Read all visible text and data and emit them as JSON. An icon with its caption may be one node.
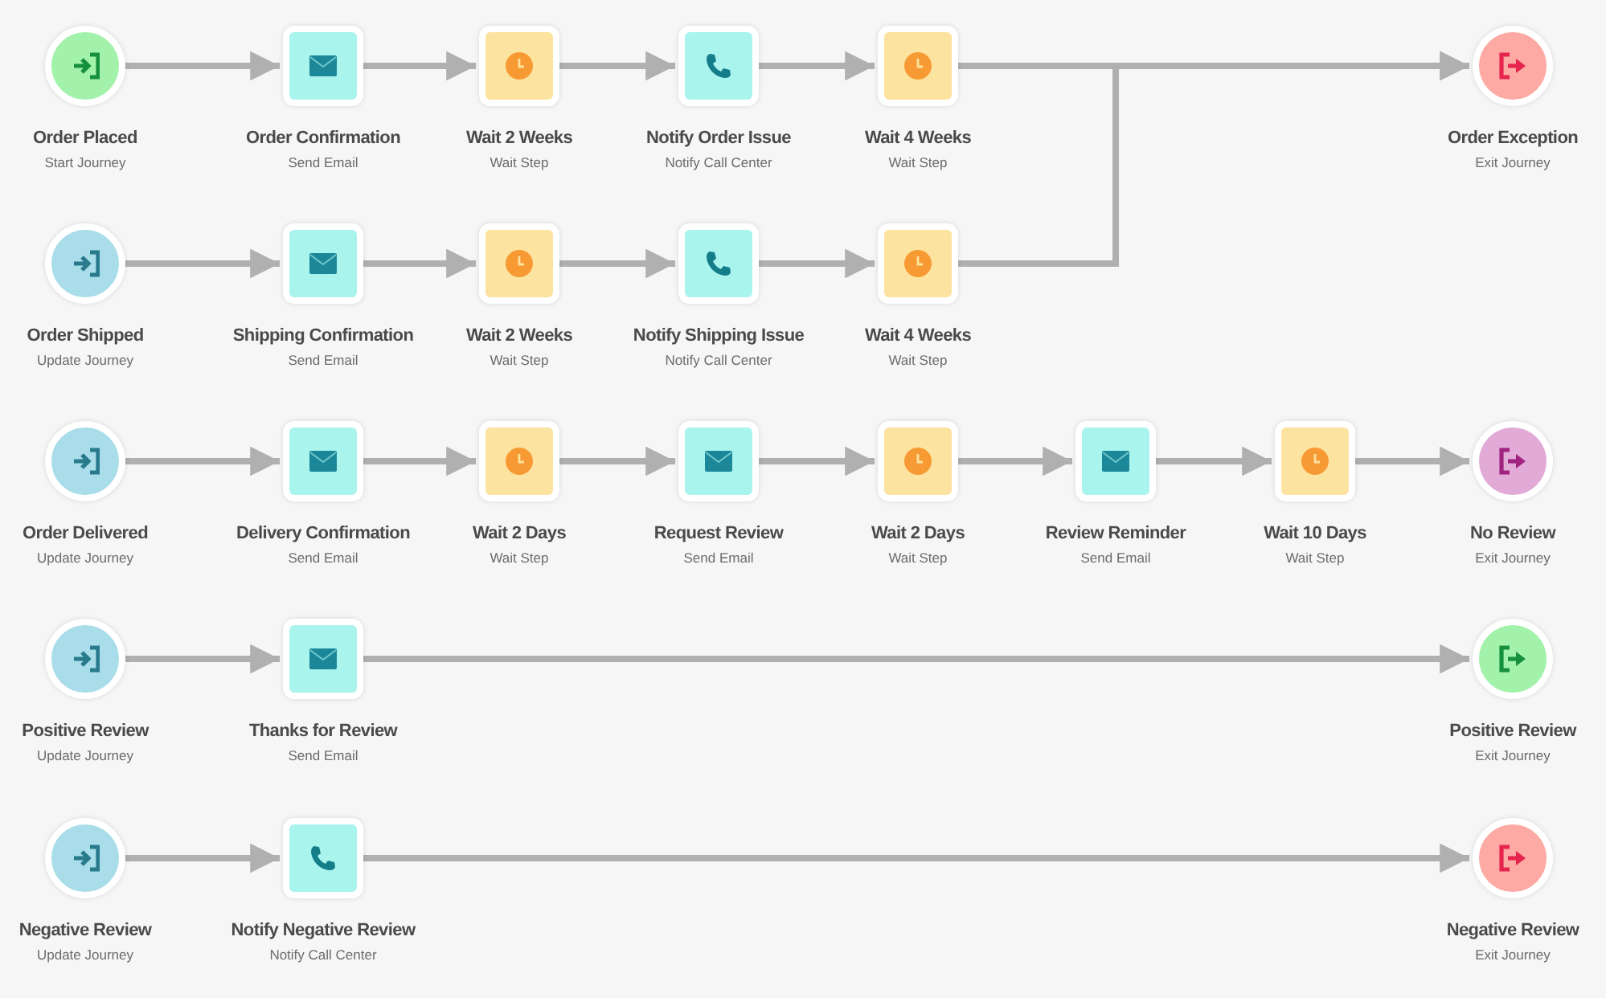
{
  "diagram": {
    "nodes": [
      {
        "text": [
          "Order Placed",
          "Start Journey"
        ]
      },
      {
        "text": [
          "Order Confirmation",
          "Send Email"
        ]
      },
      {
        "text": [
          "Wait 2 Weeks",
          "Wait Step"
        ]
      },
      {
        "text": [
          "Notify Order Issue",
          "Notify Call Center"
        ]
      },
      {
        "text": [
          "Wait 4 Weeks",
          "Wait Step"
        ]
      },
      {
        "text": [
          "Order Exception",
          "Exit Journey"
        ]
      },
      {
        "text": [
          "Order Shipped",
          "Update Journey"
        ]
      },
      {
        "text": [
          "Shipping Confirmation",
          "Send Email"
        ]
      },
      {
        "text": [
          "Wait 2 Weeks",
          "Wait Step"
        ]
      },
      {
        "text": [
          "Notify Shipping Issue",
          "Notify Call Center"
        ]
      },
      {
        "text": [
          "Wait 4 Weeks",
          "Wait Step"
        ]
      },
      {
        "text": [
          "Order Delivered",
          "Update Journey"
        ]
      },
      {
        "text": [
          "Delivery Confirmation",
          "Send Email"
        ]
      },
      {
        "text": [
          "Wait 2 Days",
          "Wait Step"
        ]
      },
      {
        "text": [
          "Request Review",
          "Send Email"
        ]
      },
      {
        "text": [
          "Wait 2 Days",
          "Wait Step"
        ]
      },
      {
        "text": [
          "Review Reminder",
          "Send Email"
        ]
      },
      {
        "text": [
          "Wait 10 Days",
          "Wait Step"
        ]
      },
      {
        "text": [
          "No Review",
          "Exit Journey"
        ]
      },
      {
        "text": [
          "Positive Review",
          "Update Journey"
        ]
      },
      {
        "text": [
          "Thanks for Review",
          "Send Email"
        ]
      },
      {
        "text": [
          "Positive Review",
          "Exit Journey"
        ]
      },
      {
        "text": [
          "Negative Review",
          "Update Journey"
        ]
      },
      {
        "text": [
          "Notify Negative Review",
          "Notify Call Center"
        ]
      },
      {
        "text": [
          "Negative Review",
          "Exit Journey"
        ]
      }
    ],
    "edges": [
      {
        "from": 0,
        "to": 1,
        "arrow": "to"
      },
      {
        "from": 1,
        "to": 2,
        "arrow": "to"
      },
      {
        "from": 2,
        "to": 3,
        "arrow": "to"
      },
      {
        "from": 3,
        "to": 4,
        "arrow": "to"
      },
      {
        "from": 4,
        "to": 5,
        "arrow": "to"
      },
      {
        "from": 6,
        "to": 7,
        "arrow": "to"
      },
      {
        "from": 7,
        "to": 8,
        "arrow": "to"
      },
      {
        "from": 8,
        "to": 9,
        "arrow": "to"
      },
      {
        "from": 9,
        "to": 10,
        "arrow": "to"
      },
      {
        "from": 10,
        "to": 5,
        "arrow": "to"
      },
      {
        "from": 11,
        "to": 12,
        "arrow": "to"
      },
      {
        "from": 12,
        "to": 13,
        "arrow": "to"
      },
      {
        "from": 13,
        "to": 14,
        "arrow": "to"
      },
      {
        "from": 14,
        "to": 15,
        "arrow": "to"
      },
      {
        "from": 15,
        "to": 16,
        "arrow": "to"
      },
      {
        "from": 16,
        "to": 17,
        "arrow": "to"
      },
      {
        "from": 17,
        "to": 18,
        "arrow": "to"
      },
      {
        "from": 19,
        "to": 20,
        "arrow": "to"
      },
      {
        "from": 20,
        "to": 21,
        "arrow": "to"
      },
      {
        "from": 22,
        "to": 23,
        "arrow": "to"
      },
      {
        "from": 23,
        "to": 24,
        "arrow": "to"
      }
    ]
  }
}
